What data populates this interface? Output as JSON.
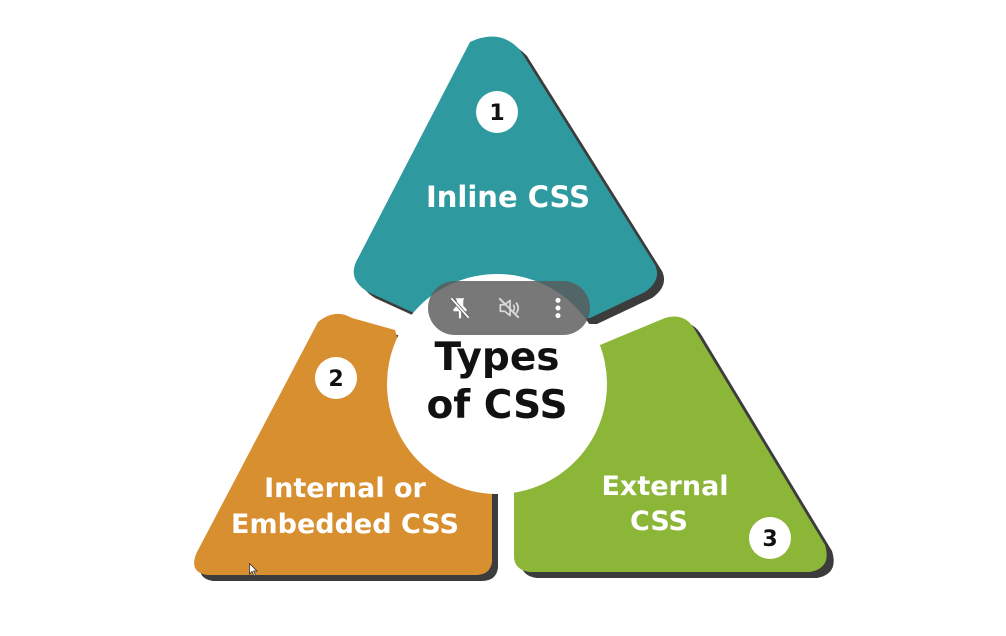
{
  "diagram": {
    "center": {
      "line1": "Types",
      "line2": "of CSS"
    },
    "items": [
      {
        "number": "1",
        "line1": "Inline CSS",
        "line2": "",
        "color": "#2e9aa0"
      },
      {
        "number": "2",
        "line1": "Internal or",
        "line2": "Embedded CSS",
        "color": "#d88f30"
      },
      {
        "number": "3",
        "line1": "External",
        "line2": "CSS",
        "color": "#8bb638"
      }
    ],
    "shadow_color": "#3c3c3c"
  },
  "overlay": {
    "buttons": [
      {
        "icon": "pin-off-icon"
      },
      {
        "icon": "volume-off-icon"
      },
      {
        "icon": "more-vert-icon"
      }
    ]
  }
}
